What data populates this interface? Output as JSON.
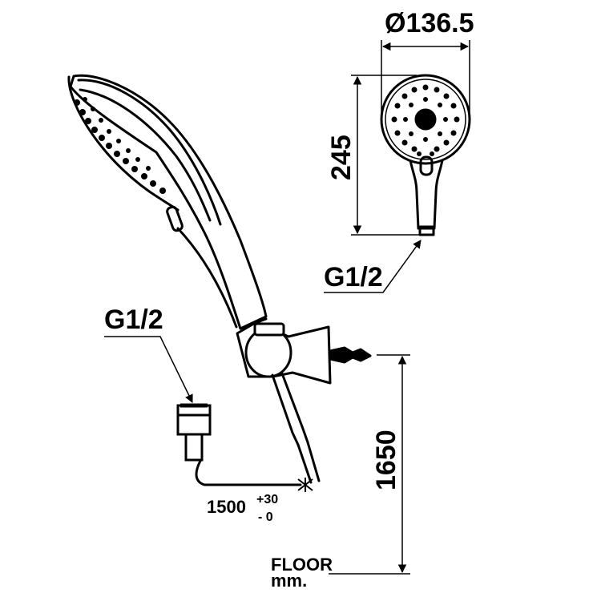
{
  "dimensions": {
    "head_diameter": "Ø136.5",
    "head_height": "245",
    "mount_height": "1650",
    "hose_length": "1500",
    "hose_tol_plus": "+30",
    "hose_tol_minus": "- 0"
  },
  "threads": {
    "hand_shower_connection": "G1/2",
    "wall_connection": "G1/2"
  },
  "floor_label": "FLOOR",
  "unit_label": "mm."
}
